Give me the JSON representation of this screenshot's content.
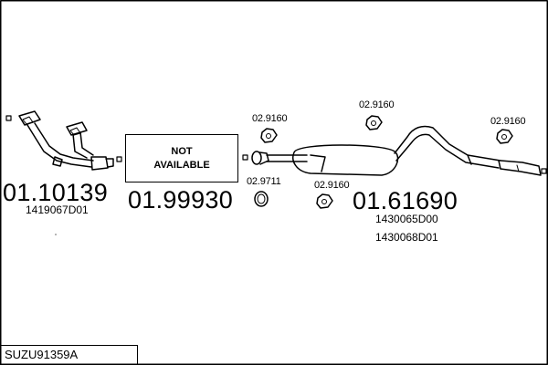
{
  "diagram": {
    "reference": "SUZU91359A",
    "not_available": {
      "line1": "NOT",
      "line2": "AVAILABLE"
    },
    "parts": {
      "front_pipe": {
        "number": "01.10139",
        "oe_codes": [
          "1419067D01"
        ]
      },
      "middle": {
        "number": "01.99930"
      },
      "rear_silencer": {
        "number": "01.61690",
        "oe_codes": [
          "1430065D00",
          "1430068D01"
        ]
      }
    },
    "accessories": {
      "gasket": "02.9711",
      "hanger_1": "02.9160",
      "hanger_2": "02.9160",
      "hanger_3": "02.9160",
      "hanger_4": "02.9160"
    },
    "colors": {
      "line": "#000000",
      "background": "#ffffff"
    }
  }
}
